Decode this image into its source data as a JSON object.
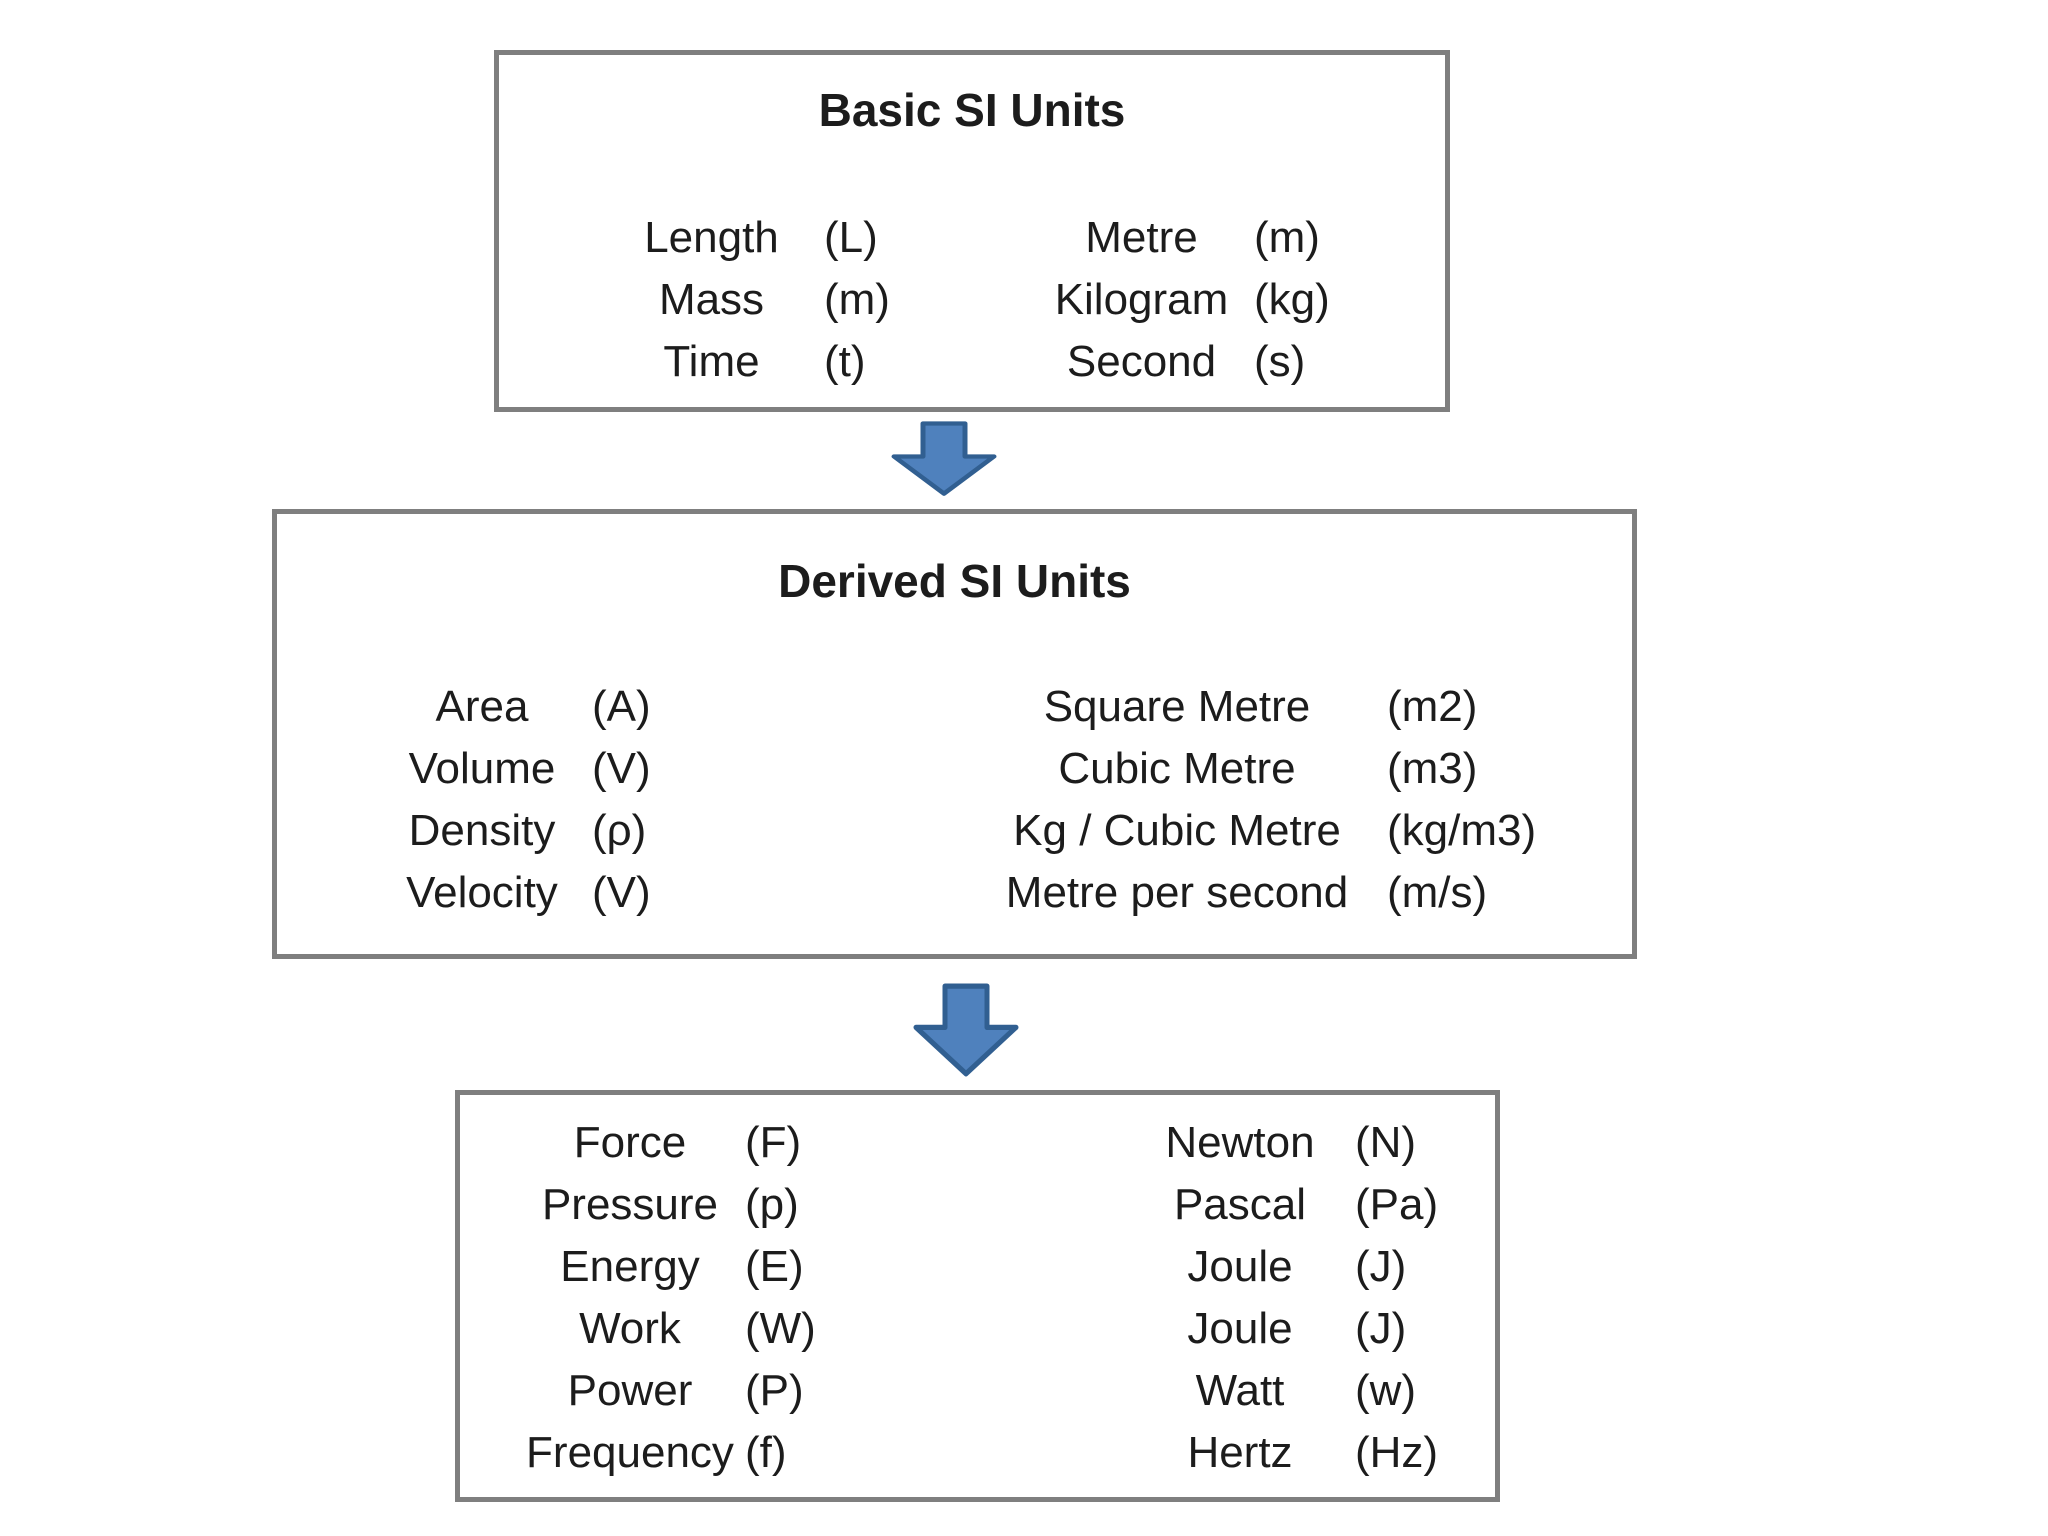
{
  "colors": {
    "background": "#ffffff",
    "box_border": "#7f7f7f",
    "text": "#1c1c1c",
    "arrow_fill": "#4f81bd",
    "arrow_stroke": "#315f91"
  },
  "basic_box": {
    "title": "Basic SI Units",
    "rows": [
      {
        "quantity": "Length",
        "symbol": "(L)",
        "unit": "Metre",
        "abbr": "(m)"
      },
      {
        "quantity": "Mass",
        "symbol": "(m)",
        "unit": "Kilogram",
        "abbr": "(kg)"
      },
      {
        "quantity": "Time",
        "symbol": "(t)",
        "unit": "Second",
        "abbr": "(s)"
      }
    ]
  },
  "derived_box": {
    "title": "Derived SI Units",
    "rows": [
      {
        "quantity": "Area",
        "symbol": "(A)",
        "unit": "Square Metre",
        "abbr": "(m2)"
      },
      {
        "quantity": "Volume",
        "symbol": "(V)",
        "unit": "Cubic Metre",
        "abbr": "(m3)"
      },
      {
        "quantity": "Density",
        "symbol": "(ρ)",
        "unit": "Kg / Cubic Metre",
        "abbr": "(kg/m3)"
      },
      {
        "quantity": "Velocity",
        "symbol": "(V)",
        "unit": "Metre per second",
        "abbr": "(m/s)"
      }
    ]
  },
  "more_derived_box": {
    "rows": [
      {
        "quantity": "Force",
        "symbol": "(F)",
        "unit": "Newton",
        "abbr": "(N)"
      },
      {
        "quantity": "Pressure",
        "symbol": "(p)",
        "unit": "Pascal",
        "abbr": "(Pa)"
      },
      {
        "quantity": "Energy",
        "symbol": "(E)",
        "unit": "Joule",
        "abbr": "(J)"
      },
      {
        "quantity": "Work",
        "symbol": "(W)",
        "unit": "Joule",
        "abbr": "(J)"
      },
      {
        "quantity": "Power",
        "symbol": "(P)",
        "unit": "Watt",
        "abbr": "(w)"
      },
      {
        "quantity": "Frequency",
        "symbol": "(f)",
        "unit": "Hertz",
        "abbr": "(Hz)"
      }
    ]
  }
}
